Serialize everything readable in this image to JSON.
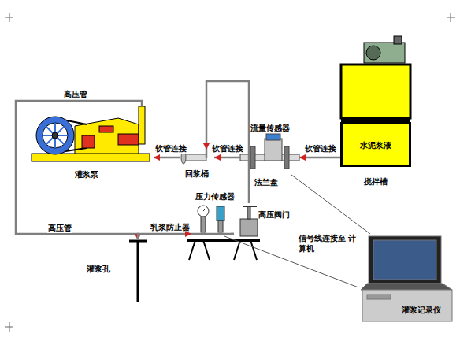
{
  "diagram": {
    "nodes": [
      {
        "text": [
          "灌浆泵"
        ]
      },
      {
        "text": [
          "回浆桶"
        ]
      },
      {
        "text": [
          "流量传感器"
        ]
      },
      {
        "text": [
          "水泥浆液",
          "搅拌槽"
        ]
      },
      {
        "text": [
          "灌浆孔"
        ]
      },
      {
        "text": [
          "压力传感器"
        ]
      },
      {
        "text": [
          "高压阀门"
        ]
      },
      {
        "text": [
          "灌浆记录仪"
        ]
      }
    ],
    "edges": [
      {
        "from": 3,
        "to": 2,
        "arrow": "to",
        "label": "软管连接"
      },
      {
        "from": 2,
        "to": 1,
        "arrow": "to",
        "label": "软管连接"
      },
      {
        "from": 1,
        "to": 0,
        "arrow": "to",
        "label": "软管连接"
      },
      {
        "from": 0,
        "to": 4,
        "arrow": "to",
        "label": "高压管"
      },
      {
        "from": 4,
        "to": 5,
        "arrow": "to"
      },
      {
        "from": 5,
        "to": 6,
        "arrow": "none"
      },
      {
        "from": 6,
        "to": 1,
        "arrow": "to"
      },
      {
        "from": 2,
        "to": 7,
        "arrow": "none"
      },
      {
        "from": 5,
        "to": 7,
        "arrow": "none"
      }
    ],
    "labels": [
      "高压管",
      "法兰盘",
      "乳浆防止器",
      "信号线连接至 计算机"
    ]
  }
}
